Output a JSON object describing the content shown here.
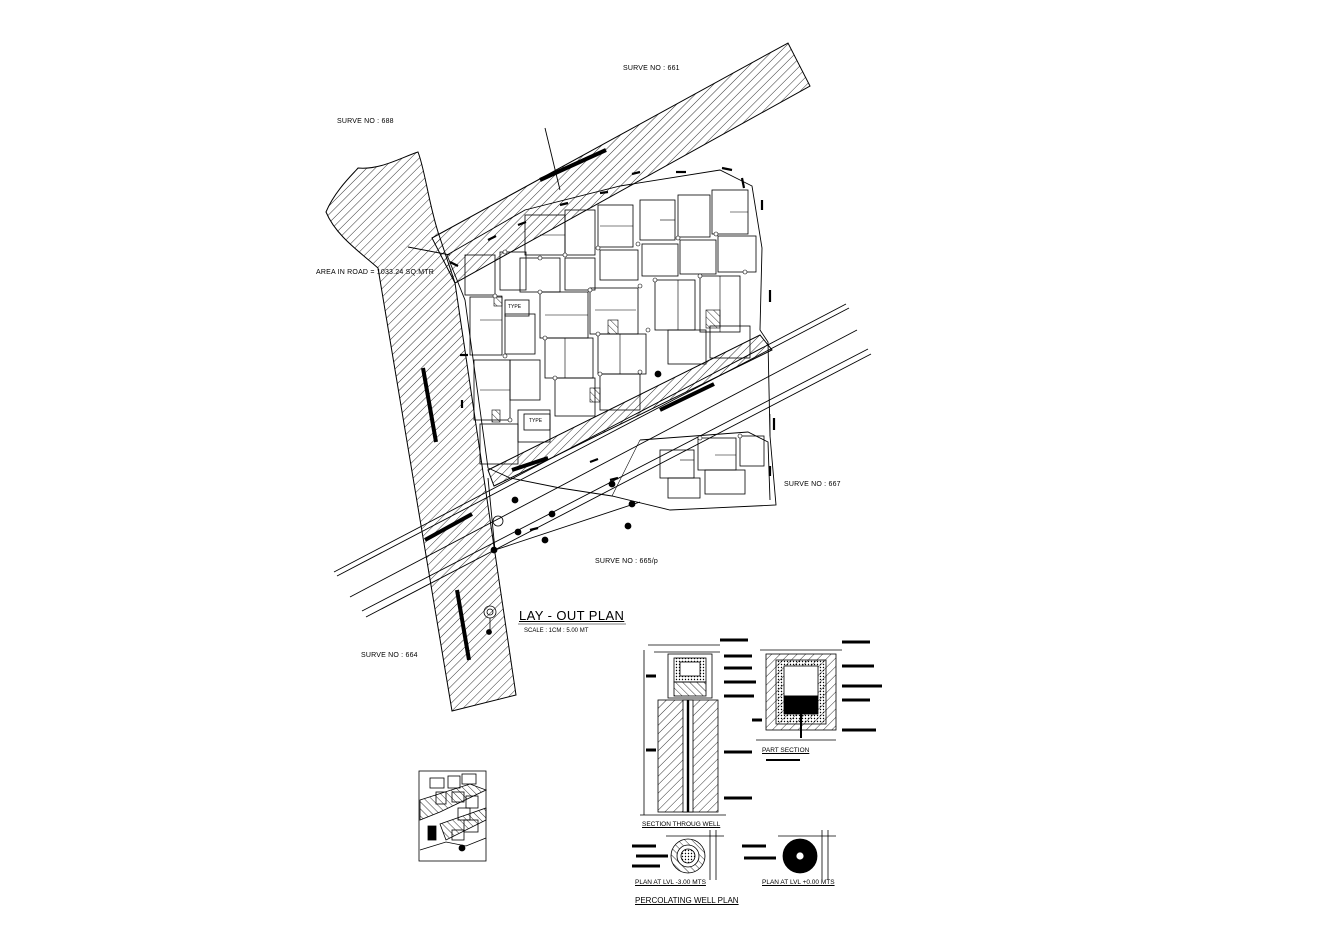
{
  "survey_labels": {
    "north": "SURVE NO : 661",
    "northwest": "SURVE NO : 688",
    "east": "SURVE NO : 667",
    "south": "SURVE NO : 665/p",
    "southwest": "SURVE NO : 664"
  },
  "road_area_label": "AREA IN ROAD = 1033.24 SQ.MTR",
  "type_labels": [
    "TYPE",
    "TYPE"
  ],
  "layout": {
    "title": "LAY - OUT PLAN",
    "scale": "SCALE : 1CM : 5.00 MT"
  },
  "well": {
    "section_caption": "SECTION THROUG WELL",
    "part_section_caption": "PART SECTION",
    "plan_lower_caption": "PLAN AT LVL -3.00 MTS",
    "plan_upper_caption": "PLAN AT LVL +0.00 MTS",
    "main_title": "PERCOLATING WELL PLAN"
  }
}
